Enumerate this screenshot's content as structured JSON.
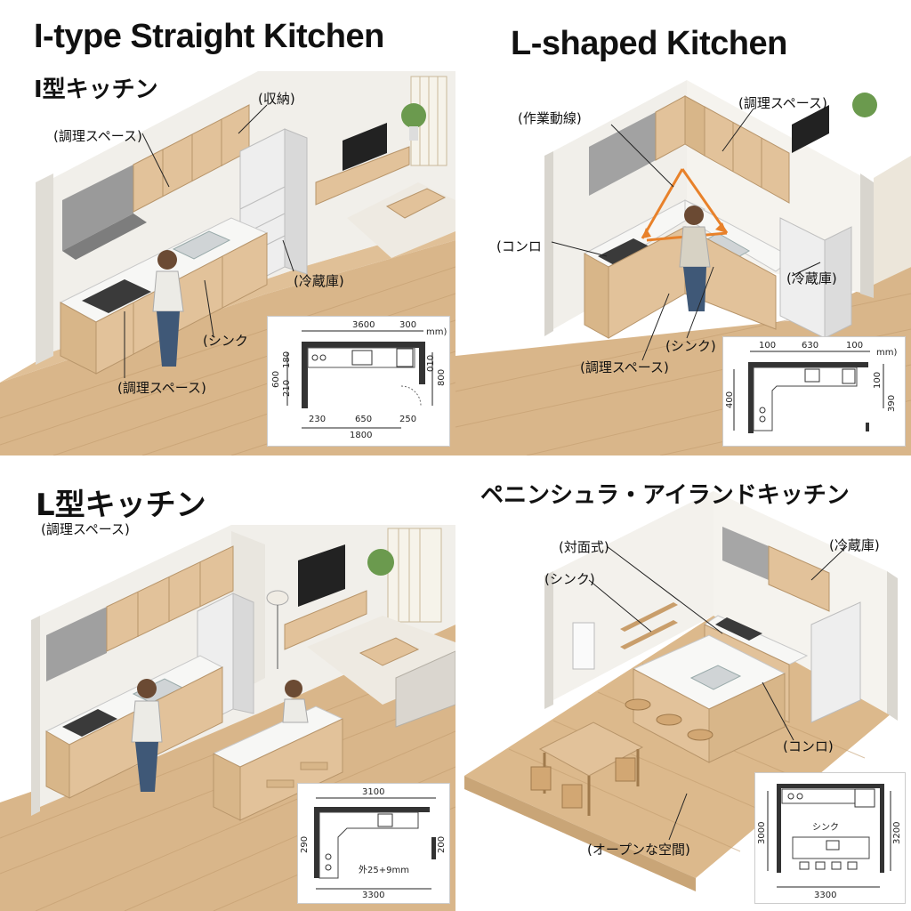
{
  "panel1": {
    "title_en": "I-type Straight Kitchen",
    "title_jp": "I型キッチン",
    "labels": {
      "storage": "(収納)",
      "cooking_space_top": "(調理スペース)",
      "fridge": "(冷蔵庫)",
      "sink": "(シンク",
      "cooking_space_bottom": "(調理スペース)"
    },
    "plan": {
      "unit": "mm)",
      "top_dims": [
        "3600",
        "300"
      ],
      "bottom_dims": [
        "230",
        "650",
        "250"
      ],
      "total": "1800",
      "left_dims": [
        "600",
        "210",
        "180"
      ],
      "right_dims": [
        "010",
        "800"
      ]
    }
  },
  "panel2": {
    "title_en": "L-shaped Kitchen",
    "labels": {
      "work_flow": "(作業動線)",
      "cooking_space_top": "(調理スペース)",
      "stove": "(コンロ",
      "fridge": "(冷蔵庫)",
      "sink": "(シンク)",
      "cooking_space_bottom": "(調理スペース)"
    },
    "plan": {
      "unit": "mm)",
      "top_dims": [
        "100",
        "630",
        "100"
      ],
      "left_dim": "400",
      "right_dims": [
        "100",
        "390"
      ]
    }
  },
  "panel3": {
    "title_jp": "L型キッチン",
    "labels": {
      "cooking_space": "(調理スペース)"
    },
    "plan": {
      "top": "3100",
      "left": "290",
      "right": "200",
      "center": "外25+9mm",
      "bottom": "3300"
    }
  },
  "panel4": {
    "title_jp": "ペニンシュラ・アイランドキッチン",
    "labels": {
      "facing": "(対面式)",
      "sink": "(シンク)",
      "fridge": "(冷蔵庫)",
      "stove": "(コンロ)",
      "open_space": "(オープンな空間)"
    },
    "plan": {
      "sink": "シンク",
      "left": "3000",
      "right": "3200",
      "bottom": "3300"
    }
  },
  "colors": {
    "floor": "#d9b68a",
    "wood": "#e2c29a",
    "wall": "#f1efea",
    "counter": "#f7f7f5",
    "appliance": "#e4e4e4",
    "arrow": "#e8812a"
  }
}
